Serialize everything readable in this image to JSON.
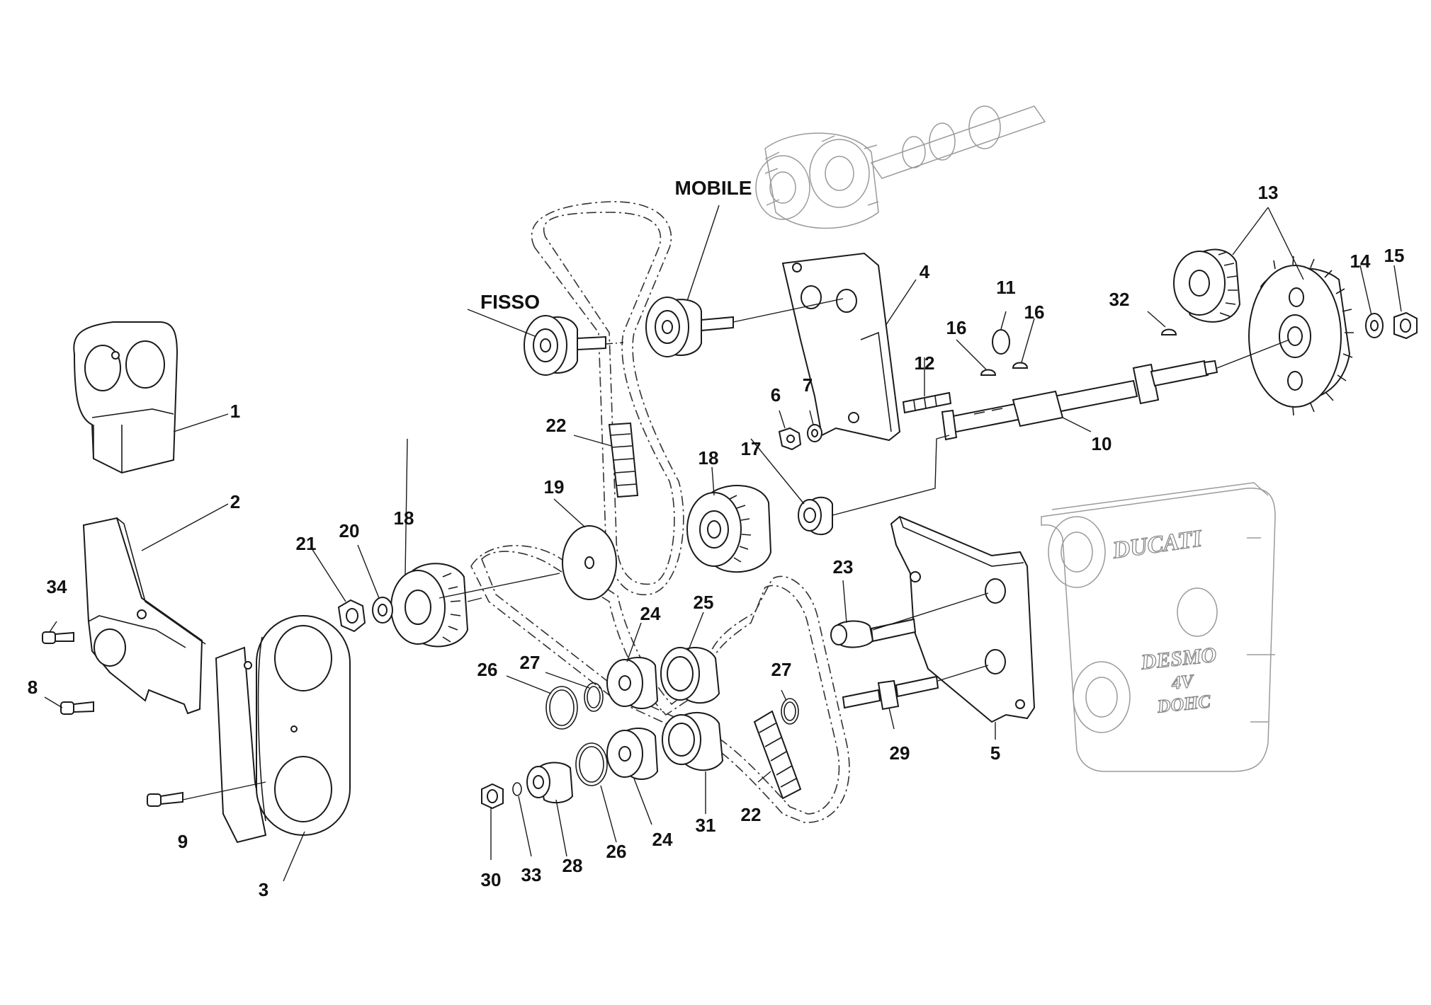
{
  "labels": {
    "fisso": "FISSO",
    "mobile": "MOBILE"
  },
  "callouts": {
    "c1": "1",
    "c2": "2",
    "c3": "3",
    "c4": "4",
    "c5": "5",
    "c6": "6",
    "c7": "7",
    "c8": "8",
    "c9": "9",
    "c10": "10",
    "c11": "11",
    "c12": "12",
    "c13": "13",
    "c14": "14",
    "c15": "15",
    "c16a": "16",
    "c16b": "16",
    "c17": "17",
    "c18a": "18",
    "c18b": "18",
    "c19": "19",
    "c20": "20",
    "c21": "21",
    "c22a": "22",
    "c22b": "22",
    "c23": "23",
    "c24a": "24",
    "c24b": "24",
    "c25": "25",
    "c26a": "26",
    "c26b": "26",
    "c27a": "27",
    "c27b": "27",
    "c28": "28",
    "c29": "29",
    "c30": "30",
    "c31": "31",
    "c32": "32",
    "c33": "33",
    "c34": "34"
  },
  "engine_case": {
    "brand": "DUCATI",
    "line1": "DESMO",
    "line2": "4V",
    "line3": "DOHC"
  },
  "colors": {
    "ink": "#1a1a1a",
    "ghost": "#9a9a9a"
  }
}
